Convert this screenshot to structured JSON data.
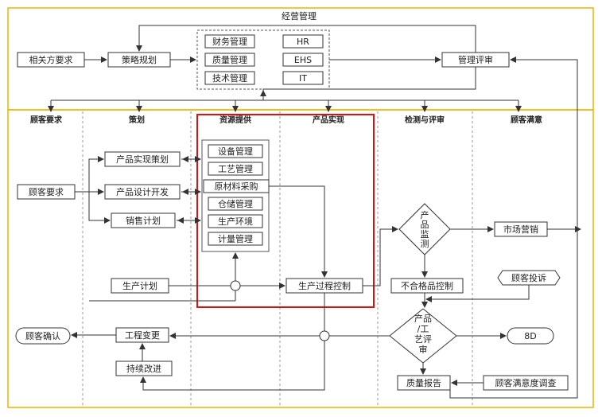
{
  "top": {
    "title": "经营管理",
    "stakeholder": "相关方要求",
    "strategy": "策略规划",
    "mgmt": [
      "财务管理",
      "HR",
      "质量管理",
      "EHS",
      "技术管理",
      "IT"
    ],
    "review": "管理评审"
  },
  "columns": [
    "顾客要求",
    "策划",
    "资源提供",
    "产品实现",
    "检测与评审",
    "顾客满意"
  ],
  "customer_req": "顾客要求",
  "planning": [
    "产品实现策划",
    "产品设计开发",
    "销售计划"
  ],
  "resources": [
    "设备管理",
    "工艺管理",
    "原材料采购",
    "仓储管理",
    "生产环境",
    "计量管理"
  ],
  "prod_plan": "生产计划",
  "prod_ctrl": "生产过程控制",
  "monitor": [
    "产",
    "品",
    "监",
    "测"
  ],
  "nonconf": "不合格品控制",
  "marketing": "市场营销",
  "complaint": "顾客投诉",
  "review2": [
    "产品",
    "/工",
    "艺评",
    "审"
  ],
  "eightd": "8D",
  "eng_change": "工程变更",
  "confirm": "顾客确认",
  "improve": "持续改进",
  "qreport": "质量报告",
  "survey": "顾客满意度调查",
  "colors": {
    "frame": "#f0b400",
    "highlight": "#e01010",
    "line": "#333333",
    "dash": "#888888"
  }
}
